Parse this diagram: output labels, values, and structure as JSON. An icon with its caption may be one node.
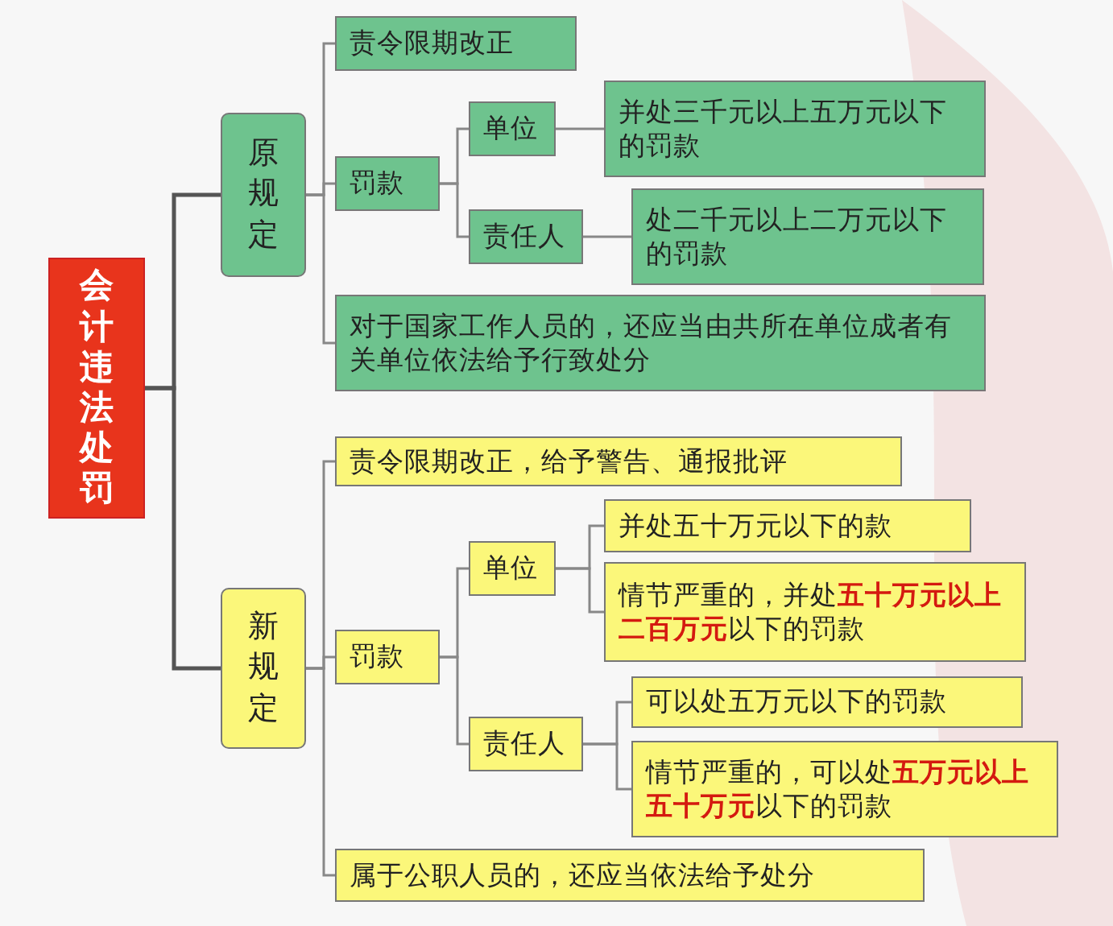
{
  "diagram": {
    "nodes": [
      {
        "text": [
          "会计违法处罚"
        ]
      },
      {
        "text": [
          "原规定"
        ]
      },
      {
        "text": [
          "责令限期改正"
        ]
      },
      {
        "text": [
          "罚款"
        ]
      },
      {
        "text": [
          "单位"
        ]
      },
      {
        "text": [
          "并处三千元以上五万元以下的罚款"
        ]
      },
      {
        "text": [
          "责任人"
        ]
      },
      {
        "text": [
          "处二千元以上二万元以下的罚款"
        ]
      },
      {
        "text": [
          "对于国家工作人员的，还应当由共所在单位成者有关单位依法给予行致处分"
        ]
      },
      {
        "text": [
          "新规定"
        ]
      },
      {
        "text": [
          "责令限期改正，给予警告、通报批评"
        ]
      },
      {
        "text": [
          "罚款"
        ]
      },
      {
        "text": [
          "单位"
        ]
      },
      {
        "text": [
          "并处五十万元以下的款"
        ]
      },
      {
        "text": [
          "情节严重的，并处**五十万元以上二百万元**以下的罚款"
        ]
      },
      {
        "text": [
          "责任人"
        ]
      },
      {
        "text": [
          "可以处五万元以下的罚款"
        ]
      },
      {
        "text": [
          "情节严重的，可以处**五万元以上五十万元**以下的罚款"
        ]
      },
      {
        "text": [
          "属于公职人员的，还应当依法给予处分"
        ]
      }
    ],
    "edges": [
      {
        "from": 0,
        "to": 1,
        "arrow": "none"
      },
      {
        "from": 0,
        "to": 9,
        "arrow": "none"
      },
      {
        "from": 1,
        "to": 2,
        "arrow": "none"
      },
      {
        "from": 1,
        "to": 3,
        "arrow": "none"
      },
      {
        "from": 1,
        "to": 8,
        "arrow": "none"
      },
      {
        "from": 3,
        "to": 4,
        "arrow": "none"
      },
      {
        "from": 3,
        "to": 6,
        "arrow": "none"
      },
      {
        "from": 4,
        "to": 5,
        "arrow": "none"
      },
      {
        "from": 6,
        "to": 7,
        "arrow": "none"
      },
      {
        "from": 9,
        "to": 10,
        "arrow": "none"
      },
      {
        "from": 9,
        "to": 11,
        "arrow": "none"
      },
      {
        "from": 9,
        "to": 18,
        "arrow": "none"
      },
      {
        "from": 11,
        "to": 12,
        "arrow": "none"
      },
      {
        "from": 11,
        "to": 15,
        "arrow": "none"
      },
      {
        "from": 12,
        "to": 13,
        "arrow": "none"
      },
      {
        "from": 12,
        "to": 14,
        "arrow": "none"
      },
      {
        "from": 15,
        "to": 16,
        "arrow": "none"
      },
      {
        "from": 15,
        "to": 17,
        "arrow": "none"
      }
    ]
  }
}
